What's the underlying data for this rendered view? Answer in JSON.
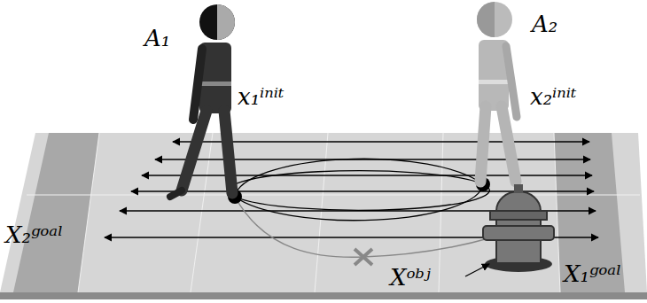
{
  "diagram": {
    "labels": [
      "A₁",
      "x₁ⁱⁿⁱᵗ",
      "A₂",
      "x₂ⁱⁿⁱᵗ",
      "X₂ᵍᵒᵃˡ",
      "Xᵒᵇʲ",
      "X₁ᵍᵒᵃˡ"
    ]
  }
}
